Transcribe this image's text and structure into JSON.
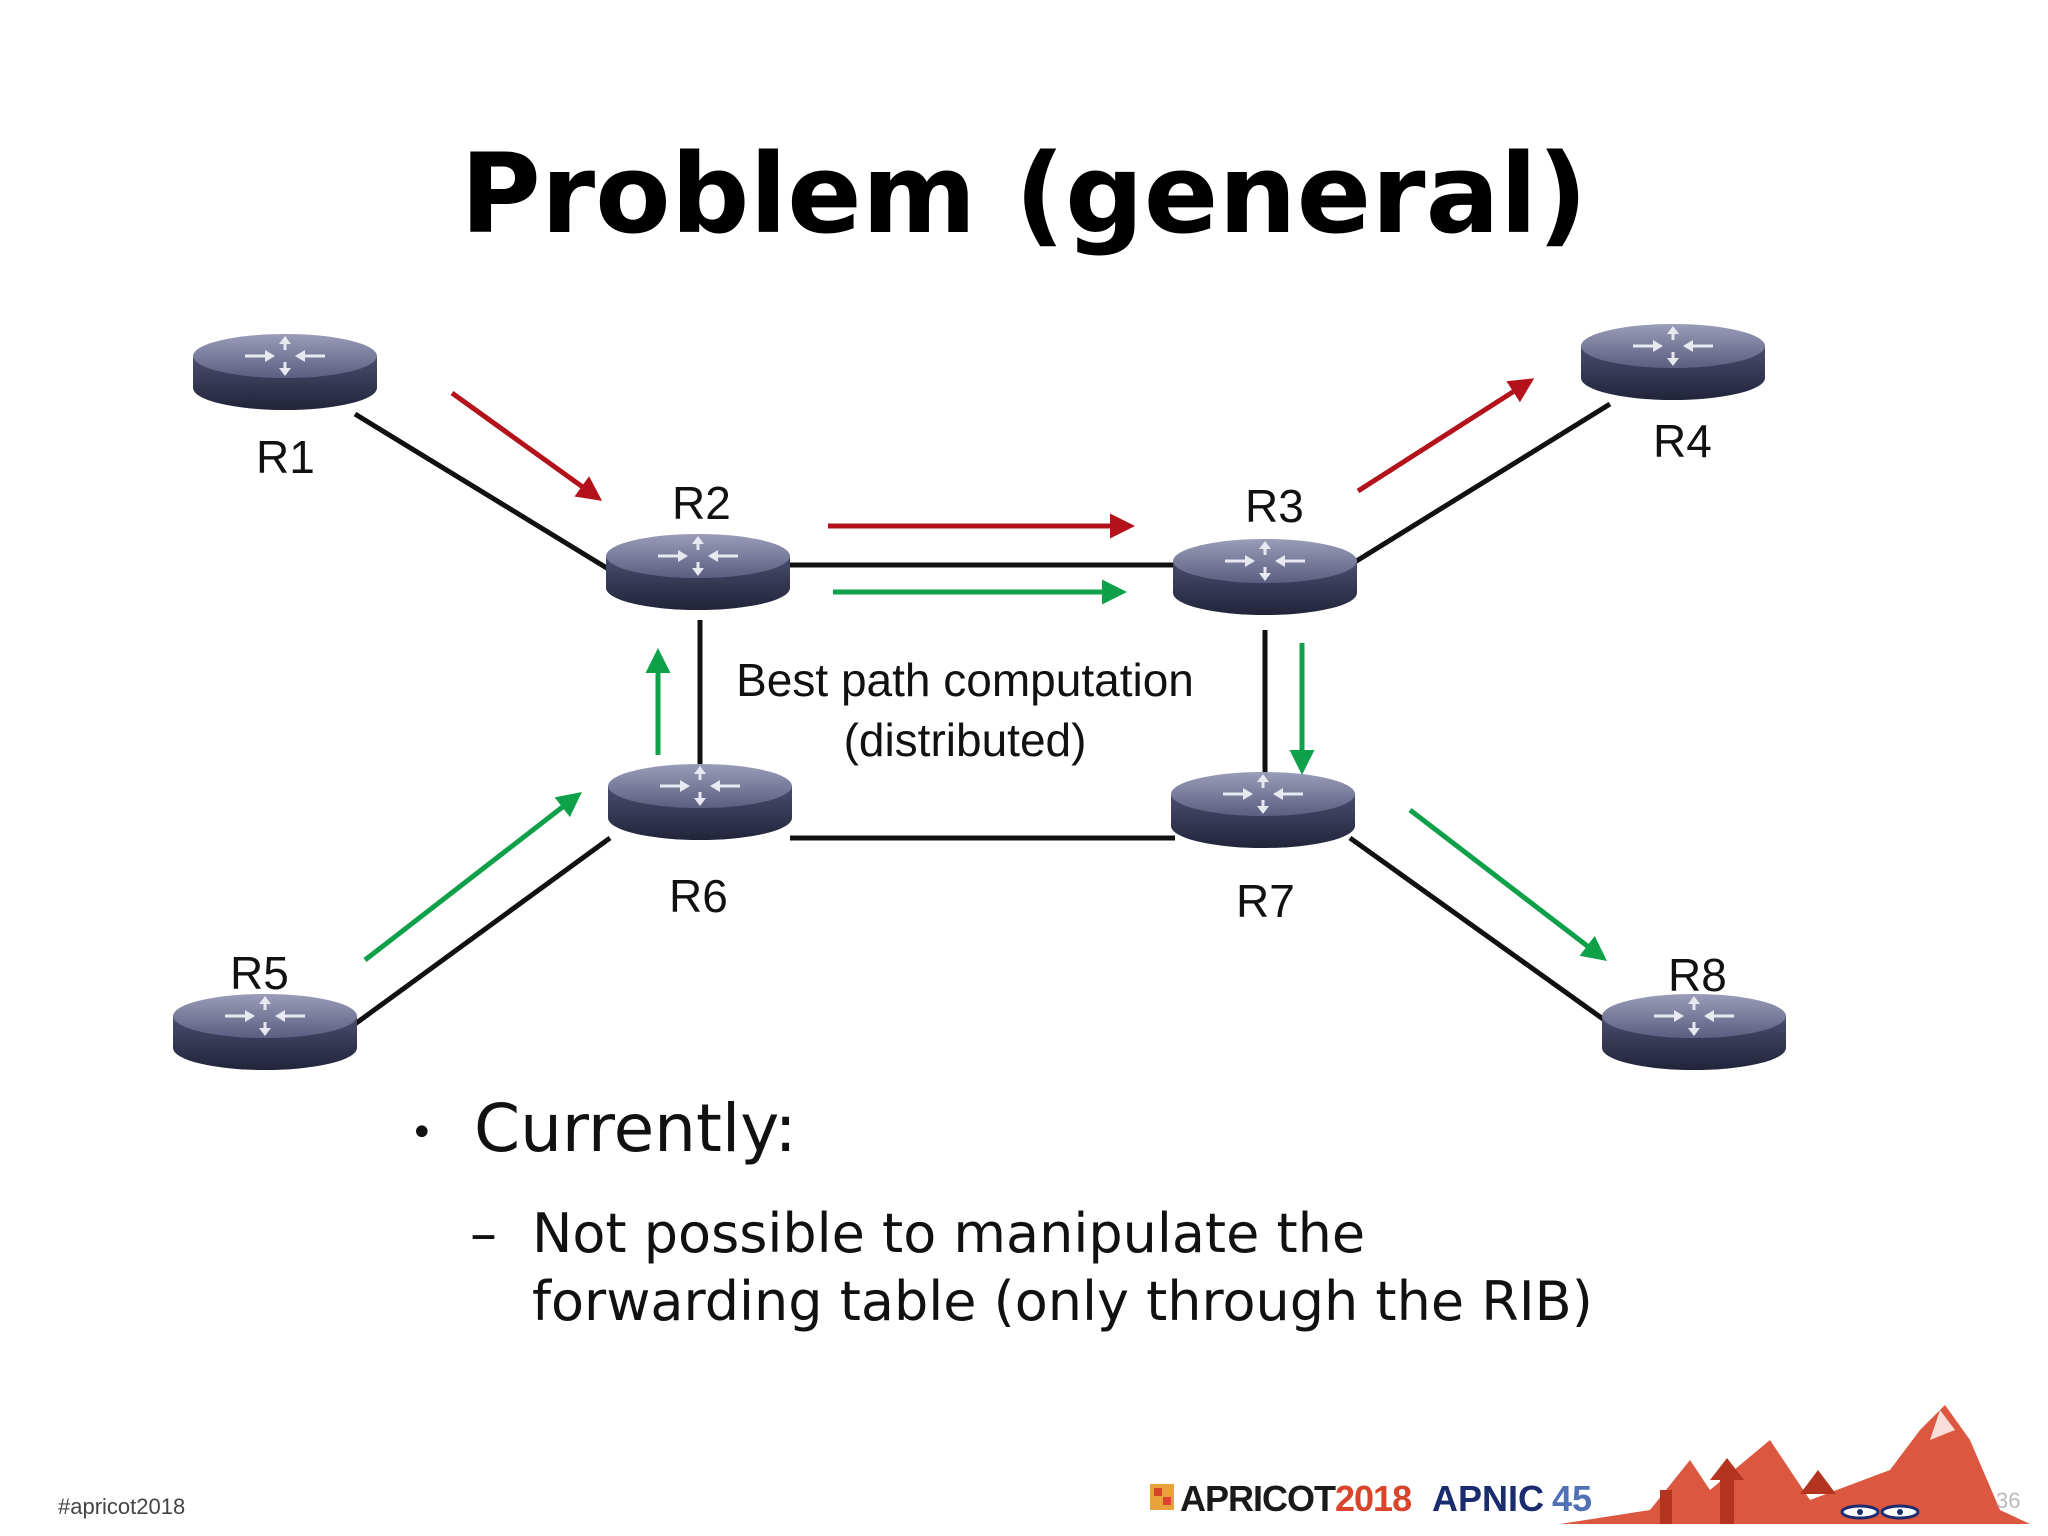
{
  "title": "Problem (general)",
  "routers": [
    {
      "id": "R1",
      "label": "R1"
    },
    {
      "id": "R2",
      "label": "R2"
    },
    {
      "id": "R3",
      "label": "R3"
    },
    {
      "id": "R4",
      "label": "R4"
    },
    {
      "id": "R5",
      "label": "R5"
    },
    {
      "id": "R6",
      "label": "R6"
    },
    {
      "id": "R7",
      "label": "R7"
    },
    {
      "id": "R8",
      "label": "R8"
    }
  ],
  "links": [
    [
      "R1",
      "R2"
    ],
    [
      "R2",
      "R3"
    ],
    [
      "R3",
      "R4"
    ],
    [
      "R2",
      "R6"
    ],
    [
      "R3",
      "R7"
    ],
    [
      "R6",
      "R7"
    ],
    [
      "R5",
      "R6"
    ],
    [
      "R7",
      "R8"
    ]
  ],
  "center_text": {
    "line1": "Best path computation",
    "line2": "(distributed)"
  },
  "bullet": {
    "marker": "•",
    "text": "Currently:"
  },
  "sub_bullet": {
    "marker": "–",
    "line1": "Not possible to manipulate the",
    "line2": "forwarding table (only through the RIB)"
  },
  "footer": {
    "hashtag": "#apricot2018",
    "page_number": "36",
    "logo_apricot": "APRICOT",
    "logo_apricot_year": "2018",
    "logo_apnic": "APNIC",
    "logo_apnic_number": "45"
  },
  "colors": {
    "red_arrow": "#b3121b",
    "green_arrow": "#0fa04a",
    "link": "#111111",
    "router_body": "#3a3d5c"
  }
}
